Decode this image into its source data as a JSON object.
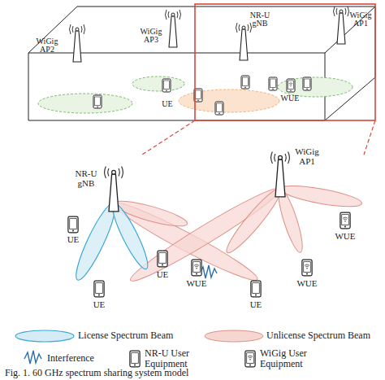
{
  "diagram": {
    "caption": "Fig. 1. 60 GHz spectrum sharing system model",
    "labels": [
      "WiGig AP2",
      "WiGig AP3",
      "NR-U gNB",
      "WiGig AP1",
      "UE",
      "WUE",
      "NR-U gNB",
      "WiGig AP1",
      "UE",
      "UE",
      "UE",
      "UE",
      "WUE",
      "WUE",
      "WUE"
    ],
    "legend": [
      {
        "text": "License Spectrum Beam"
      },
      {
        "text": "Unlicense Spectrum Beam"
      },
      {
        "text": "Interference"
      },
      {
        "text": "NR-U User Equipment"
      },
      {
        "text": "WiGig User Equipment"
      }
    ]
  }
}
